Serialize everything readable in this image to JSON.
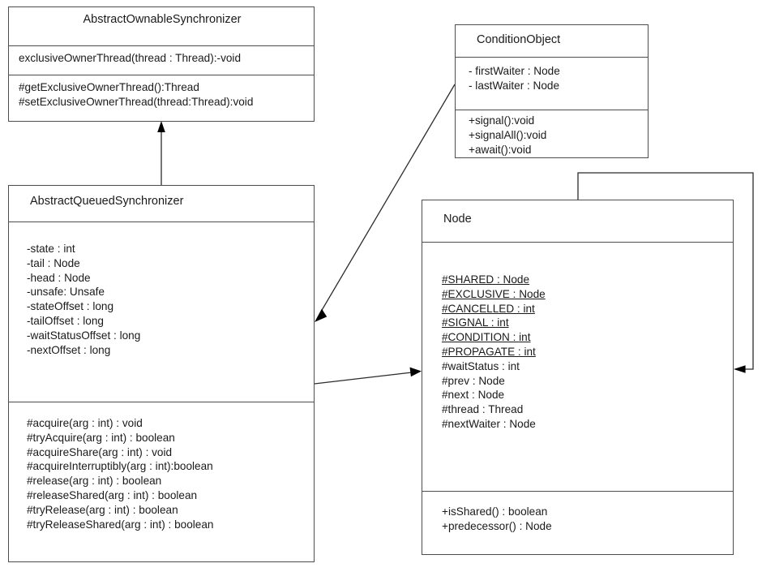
{
  "diagram": {
    "kind": "uml-class-diagram",
    "background_color": "#ffffff",
    "line_color": "#2b2b2b",
    "text_color": "#1a1a1a"
  },
  "classes": [
    {
      "id": "abstract-ownable-synchronizer",
      "name": "AbstractOwnableSynchronizer",
      "title_align": "center",
      "attributes": [
        "exclusiveOwnerThread(thread : Thread):-void"
      ],
      "operations": [
        "#getExclusiveOwnerThread():Thread",
        "#setExclusiveOwnerThread(thread:Thread):void"
      ]
    },
    {
      "id": "abstract-queued-synchronizer",
      "name": "AbstractQueuedSynchronizer",
      "title_align": "left",
      "attributes": [
        "-state : int",
        "-tail : Node",
        "-head : Node",
        "-unsafe: Unsafe",
        "-stateOffset : long",
        "-tailOffset : long",
        "-waitStatusOffset : long",
        "-nextOffset : long"
      ],
      "operations": [
        "#acquire(arg : int) : void",
        "#tryAcquire(arg : int) : boolean",
        "#acquireShare(arg : int) : void",
        "#acquireInterruptibly(arg : int):boolean",
        "#release(arg : int) : boolean",
        "#releaseShared(arg : int) : boolean",
        "#tryRelease(arg : int) : boolean",
        "#tryReleaseShared(arg : int) : boolean"
      ]
    },
    {
      "id": "condition-object",
      "name": "ConditionObject",
      "title_align": "left",
      "attributes": [
        "- firstWaiter : Node",
        "- lastWaiter : Node"
      ],
      "operations": [
        "+signal():void",
        "+signalAll():void",
        "+await():void"
      ]
    },
    {
      "id": "node",
      "name": "Node",
      "title_align": "left",
      "attributes": [
        {
          "text": "#SHARED : Node",
          "static": true
        },
        {
          "text": "#EXCLUSIVE : Node",
          "static": true
        },
        {
          "text": "#CANCELLED : int",
          "static": true
        },
        {
          "text": "#SIGNAL : int",
          "static": true
        },
        {
          "text": "#CONDITION : int",
          "static": true
        },
        {
          "text": "#PROPAGATE : int",
          "static": true
        },
        {
          "text": "#waitStatus : int",
          "static": false
        },
        {
          "text": "#prev : Node",
          "static": false
        },
        {
          "text": "#next : Node",
          "static": false
        },
        {
          "text": "#thread : Thread",
          "static": false
        },
        {
          "text": "#nextWaiter : Node",
          "static": false
        }
      ],
      "operations": [
        "+isShared() : boolean",
        "+predecessor() : Node"
      ]
    }
  ],
  "relationships": [
    {
      "id": "aqs-inherits-aos",
      "type": "generalization",
      "from": "abstract-queued-synchronizer",
      "to": "abstract-ownable-synchronizer",
      "label": ""
    },
    {
      "id": "conditionobject-to-aqs",
      "type": "association",
      "from": "condition-object",
      "to": "abstract-queued-synchronizer",
      "label": ""
    },
    {
      "id": "aqs-to-node",
      "type": "association",
      "from": "abstract-queued-synchronizer",
      "to": "node",
      "label": ""
    },
    {
      "id": "node-self-reference",
      "type": "association",
      "from": "node",
      "to": "node",
      "label": ""
    }
  ]
}
